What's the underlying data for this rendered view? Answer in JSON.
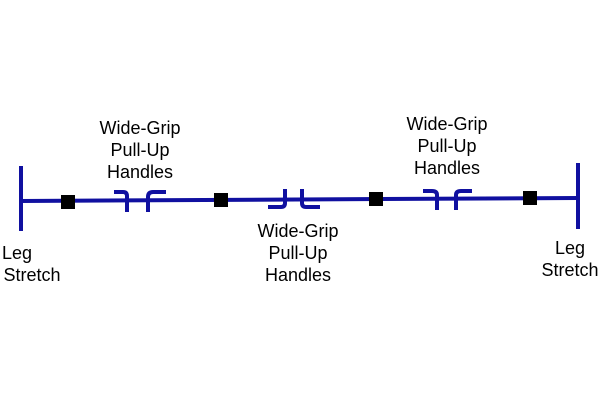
{
  "colors": {
    "bar": "#1010a0",
    "anchor": "#000000",
    "text": "#000000"
  },
  "labels": {
    "handles_1": [
      "Wide-Grip",
      "Pull-Up",
      "Handles"
    ],
    "handles_2": [
      "Wide-Grip",
      "Pull-Up",
      "Handles"
    ],
    "handles_3": [
      "Wide-Grip",
      "Pull-Up",
      "Handles"
    ],
    "leg_left": [
      "Leg",
      "Stretch"
    ],
    "leg_right": [
      "Leg",
      "Stretch"
    ]
  }
}
